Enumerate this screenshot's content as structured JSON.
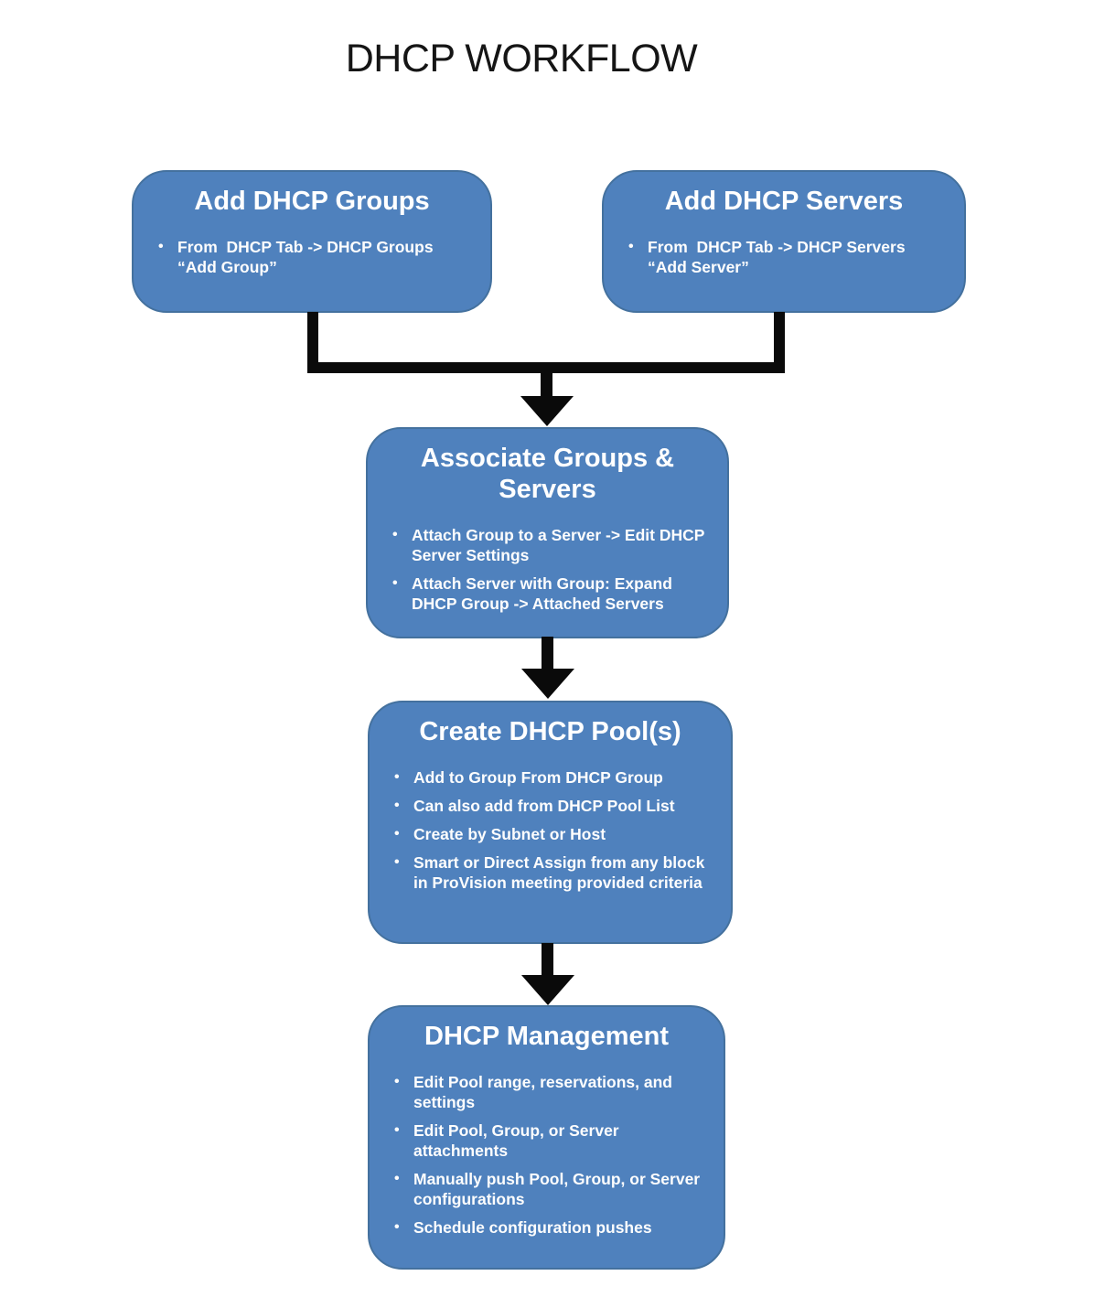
{
  "title": "DHCP WORKFLOW",
  "colors": {
    "box_fill": "#4f81bd",
    "box_border": "#44719e",
    "box_text": "#ffffff",
    "connector": "#0a0a0a",
    "title_text": "#151515",
    "background": "#ffffff"
  },
  "boxes": [
    {
      "id": "add-dhcp-groups",
      "heading": "Add DHCP Groups",
      "bullets": [
        "From  DHCP Tab -> DHCP Groups “Add Group”"
      ]
    },
    {
      "id": "add-dhcp-servers",
      "heading": "Add DHCP Servers",
      "bullets": [
        "From  DHCP Tab -> DHCP Servers “Add Server”"
      ]
    },
    {
      "id": "associate-groups-servers",
      "heading": "Associate Groups & Servers",
      "bullets": [
        "Attach Group to a Server -> Edit DHCP Server Settings",
        "Attach Server with Group: Expand DHCP Group -> Attached Servers"
      ]
    },
    {
      "id": "create-dhcp-pools",
      "heading": "Create DHCP Pool(s)",
      "bullets": [
        "Add to Group From DHCP Group",
        "Can also add from DHCP Pool List",
        "Create by Subnet or Host",
        "Smart or Direct Assign from any block in ProVision meeting provided criteria"
      ]
    },
    {
      "id": "dhcp-management",
      "heading": "DHCP Management",
      "bullets": [
        "Edit Pool range, reservations, and settings",
        "Edit Pool, Group, or Server attachments",
        "Manually push Pool, Group, or Server configurations",
        "Schedule configuration pushes"
      ]
    }
  ]
}
